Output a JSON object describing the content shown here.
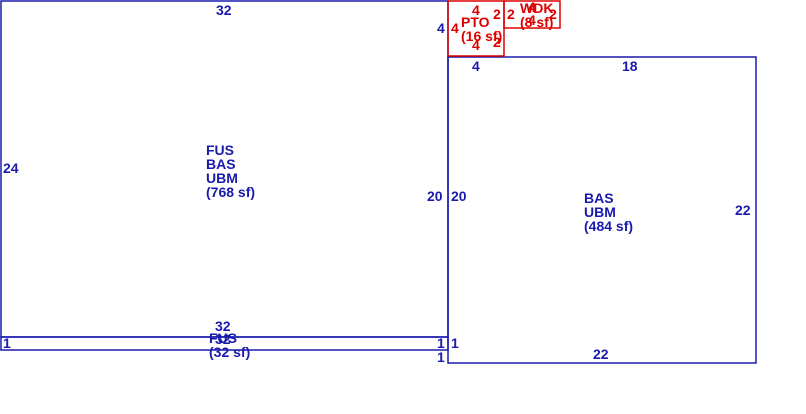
{
  "colors": {
    "building": "#1a1aad",
    "attachment": "#dd0000"
  },
  "areas": {
    "main": {
      "lines": [
        "FUS",
        "BAS",
        "UBM",
        "(768 sf)"
      ]
    },
    "east": {
      "lines": [
        "BAS",
        "UBM",
        "(484 sf)"
      ]
    },
    "strip": {
      "lines": [
        "FUS",
        "(32 sf)"
      ]
    },
    "pto": {
      "lines": [
        "PTO",
        "(16 sf)"
      ]
    },
    "wdk": {
      "lines": [
        "WDK",
        "(8 sf)"
      ]
    }
  },
  "dimensions": {
    "main_top": "32",
    "main_left": "24",
    "main_right": "20",
    "main_bottom": "32",
    "east_left": "20",
    "east_top_a": "4",
    "east_top_b": "18",
    "east_right": "22",
    "east_bottom": "22",
    "east_left_small": "1",
    "strip_left": "1",
    "strip_right_a": "1",
    "strip_right_b": "1",
    "strip_bottom": "32",
    "pto_top": "4",
    "pto_left_a": "4",
    "pto_left_b": "4",
    "pto_right": "2",
    "pto_bottom": "4",
    "pto_bottom_right": "2",
    "wdk_left": "2",
    "wdk_top": "4",
    "wdk_inner": "4",
    "wdk_right": "2"
  }
}
